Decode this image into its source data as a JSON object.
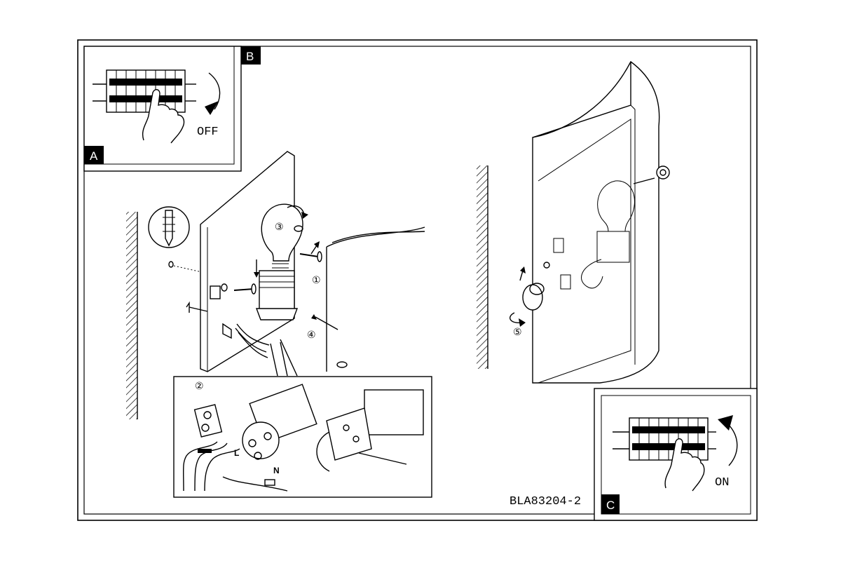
{
  "sheet": {
    "code": "BLA83204-2",
    "panels": [
      {
        "letter": "A",
        "switch_state": "OFF"
      },
      {
        "letter": "B"
      },
      {
        "letter": "C",
        "switch_state": "ON"
      }
    ],
    "steps": [
      "①",
      "②",
      "③",
      "④",
      "⑤"
    ],
    "wire_labels": [
      "L",
      "N"
    ]
  }
}
